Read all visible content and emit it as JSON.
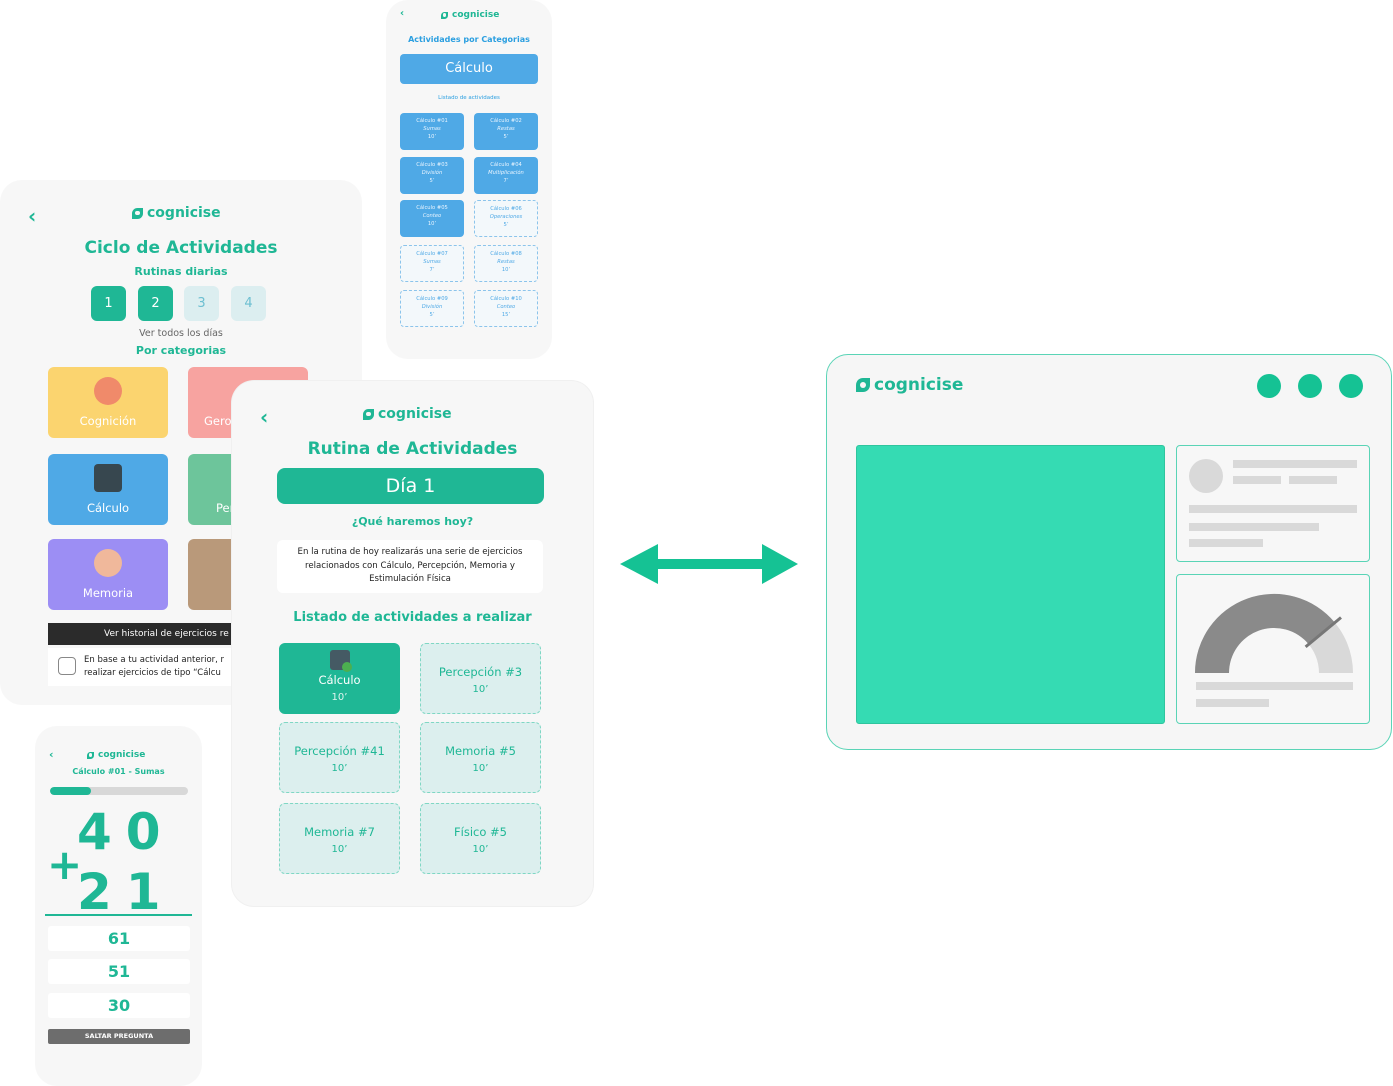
{
  "brand": {
    "name": "cognicise",
    "color": "#1fb795",
    "accent_blue": "#4fa9e6"
  },
  "panel_categories": {
    "back_icon": "chevron-left-icon",
    "title": "Actividades por Categorias",
    "selected": "Cálculo",
    "list_title": "Listado de actividades",
    "activities": [
      {
        "name": "Cálculo #01",
        "type": "Sumas",
        "time": "10’",
        "state": "done"
      },
      {
        "name": "Cálculo #02",
        "type": "Restas",
        "time": "5’",
        "state": "done"
      },
      {
        "name": "Cálculo #03",
        "type": "División",
        "time": "5’",
        "state": "done"
      },
      {
        "name": "Cálculo #04",
        "type": "Multiplicación",
        "time": "7’",
        "state": "done"
      },
      {
        "name": "Cálculo #05",
        "type": "Conteo",
        "time": "10’",
        "state": "done"
      },
      {
        "name": "Cálculo #06",
        "type": "Operaciones",
        "time": "5’",
        "state": "pending"
      },
      {
        "name": "Cálculo #07",
        "type": "Sumas",
        "time": "7’",
        "state": "pending"
      },
      {
        "name": "Cálculo #08",
        "type": "Restas",
        "time": "10’",
        "state": "pending"
      },
      {
        "name": "Cálculo #09",
        "type": "División",
        "time": "5’",
        "state": "pending"
      },
      {
        "name": "Cálculo #10",
        "type": "Conteo",
        "time": "15’",
        "state": "pending"
      }
    ]
  },
  "panel_ciclo": {
    "title": "Ciclo de Actividades",
    "subtitle": "Rutinas diarias",
    "days": [
      "1",
      "2",
      "3",
      "4"
    ],
    "see_all": "Ver todos los días",
    "by_categories": "Por categorias",
    "categories": [
      {
        "label": "Cognición",
        "color": "#fbd46f",
        "icon": "brain-icon"
      },
      {
        "label": "Geron",
        "color": "#f7a3a0",
        "icon": "person-icon"
      },
      {
        "label": "Cálculo",
        "color": "#4fa9e6",
        "icon": "calculator-icon"
      },
      {
        "label": "Per",
        "color": "#6dc59b",
        "icon": "eye-icon"
      },
      {
        "label": "Memoria",
        "color": "#9c8ef4",
        "icon": "head-icon"
      },
      {
        "label": "",
        "color": "#b9997a",
        "icon": "runner-icon"
      }
    ],
    "history_bar": "Ver historial de ejercicios re",
    "note_line1": "En base a tu actividad anterior, r",
    "note_line2": "realizar ejercicios de tipo “Cálcu"
  },
  "panel_rutina": {
    "title": "Rutina de Actividades",
    "day_label": "Día 1",
    "question": "¿Qué haremos hoy?",
    "description": "En la rutina de hoy realizarás una serie de ejercicios relacionados con Cálculo, Percepción, Memoria y Estimulación Física",
    "list_title": "Listado de actividades a realizar",
    "tiles": [
      {
        "label": "Cálculo",
        "time": "10’",
        "state": "active"
      },
      {
        "label": "Percepción #3",
        "time": "10’",
        "state": "pending"
      },
      {
        "label": "Percepción #41",
        "time": "10’",
        "state": "pending"
      },
      {
        "label": "Memoria #5",
        "time": "10’",
        "state": "pending"
      },
      {
        "label": "Memoria #7",
        "time": "10’",
        "state": "pending"
      },
      {
        "label": "Físico #5",
        "time": "10’",
        "state": "pending"
      }
    ]
  },
  "panel_sumas": {
    "title": "Cálculo #01 - Sumas",
    "progress": 0.3,
    "operand1": "40",
    "operator": "+",
    "operand2": "21",
    "answers": [
      "61",
      "51",
      "30"
    ],
    "skip_label": "SALTAR PREGUNTA"
  },
  "arrow": {
    "icon": "double-arrow-icon",
    "color": "#15c294"
  },
  "web_mockup": {
    "window_dots": 3,
    "dot_color": "#15c294",
    "hero_color": "#35dbb3",
    "gauge_level": 0.78
  }
}
